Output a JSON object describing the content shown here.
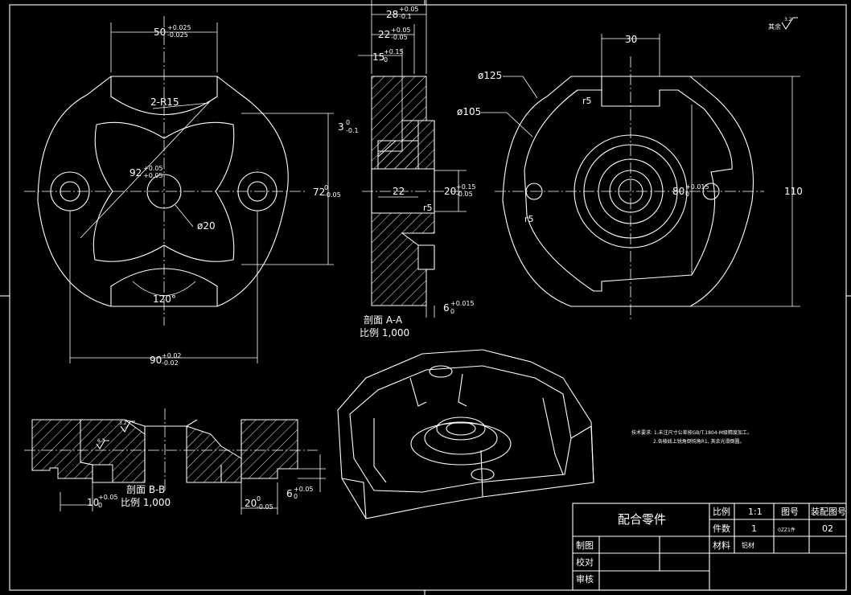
{
  "views": {
    "front": {
      "dim_50": "50",
      "dim_50_tol_up": "+0.025",
      "dim_50_tol_low": "-0.025",
      "r15": "2-R15",
      "dim_92": "92",
      "dim_92_tol_up": "+0.05",
      "dim_92_tol_low": "+0.05",
      "dim_d20": "ø20",
      "dim_120": "120°",
      "dim_72": "72",
      "dim_72_tol_up": "0",
      "dim_72_tol_low": "-0.05",
      "dim_90": "90",
      "dim_90_tol_up": "+0.02",
      "dim_90_tol_low": "-0.02",
      "dim_3": "3",
      "dim_3_tol_up": "0",
      "dim_3_tol_low": "-0.1"
    },
    "section_aa": {
      "dim_28": "28",
      "dim_28_tol_up": "+0.05",
      "dim_28_tol_low": "-0.1",
      "dim_22a": "22",
      "dim_22a_tol_up": "+0.05",
      "dim_22a_tol_low": "-0.05",
      "dim_15": "15",
      "dim_15_tol_up": "+0.15",
      "dim_15_tol_low": "0",
      "dim_22b": "22",
      "dim_20": "20",
      "dim_20_tol_up": "+0.15",
      "dim_20_tol_low": "-0.05",
      "r5": "r5",
      "dim_6": "6",
      "dim_6_tol_up": "+0.015",
      "dim_6_tol_low": "0",
      "label": "剖面 A-A",
      "scale": "比例 1,000"
    },
    "right": {
      "d125": "ø125",
      "d105": "ø105",
      "dim_30": "30",
      "r5a": "r5",
      "r5b": "r5",
      "dim_80": "80",
      "dim_80_tol_up": "+0.015",
      "dim_80_tol_low": "0",
      "dim_110": "110",
      "roughness": "其余",
      "roughness_val": "3.2"
    },
    "section_bb": {
      "label": "剖面 B-B",
      "scale": "比例 1,000",
      "dim_10": "10",
      "dim_10_tol_up": "+0.05",
      "dim_10_tol_low": "0",
      "dim_20": "20",
      "dim_20_tol_up": "0",
      "dim_20_tol_low": "-0.05",
      "dim_6": "6",
      "dim_6_tol_up": "+0.05",
      "dim_6_tol_low": "0",
      "rough_a": "6.3",
      "rough_b": "3.2"
    },
    "notes": {
      "line1": "技术要求: 1.未注尺寸公差按GB/T.1804-M级精度加工。",
      "line2": "2.各棱线上锐角倒钝角R1, 其余光滑倒圆。"
    }
  },
  "title_block": {
    "name": "配合零件",
    "scale_label": "比例",
    "scale_value": "1:1",
    "qty_label": "件数",
    "qty_value": "1",
    "material_label": "材料",
    "material_value": "铝材",
    "drawing_no_label": "图号",
    "drawing_no_value": "0ZZ1件",
    "assembly_no_label": "装配图号",
    "assembly_no_value": "02",
    "drawn": "制图",
    "checked": "校对",
    "approved": "审核"
  }
}
